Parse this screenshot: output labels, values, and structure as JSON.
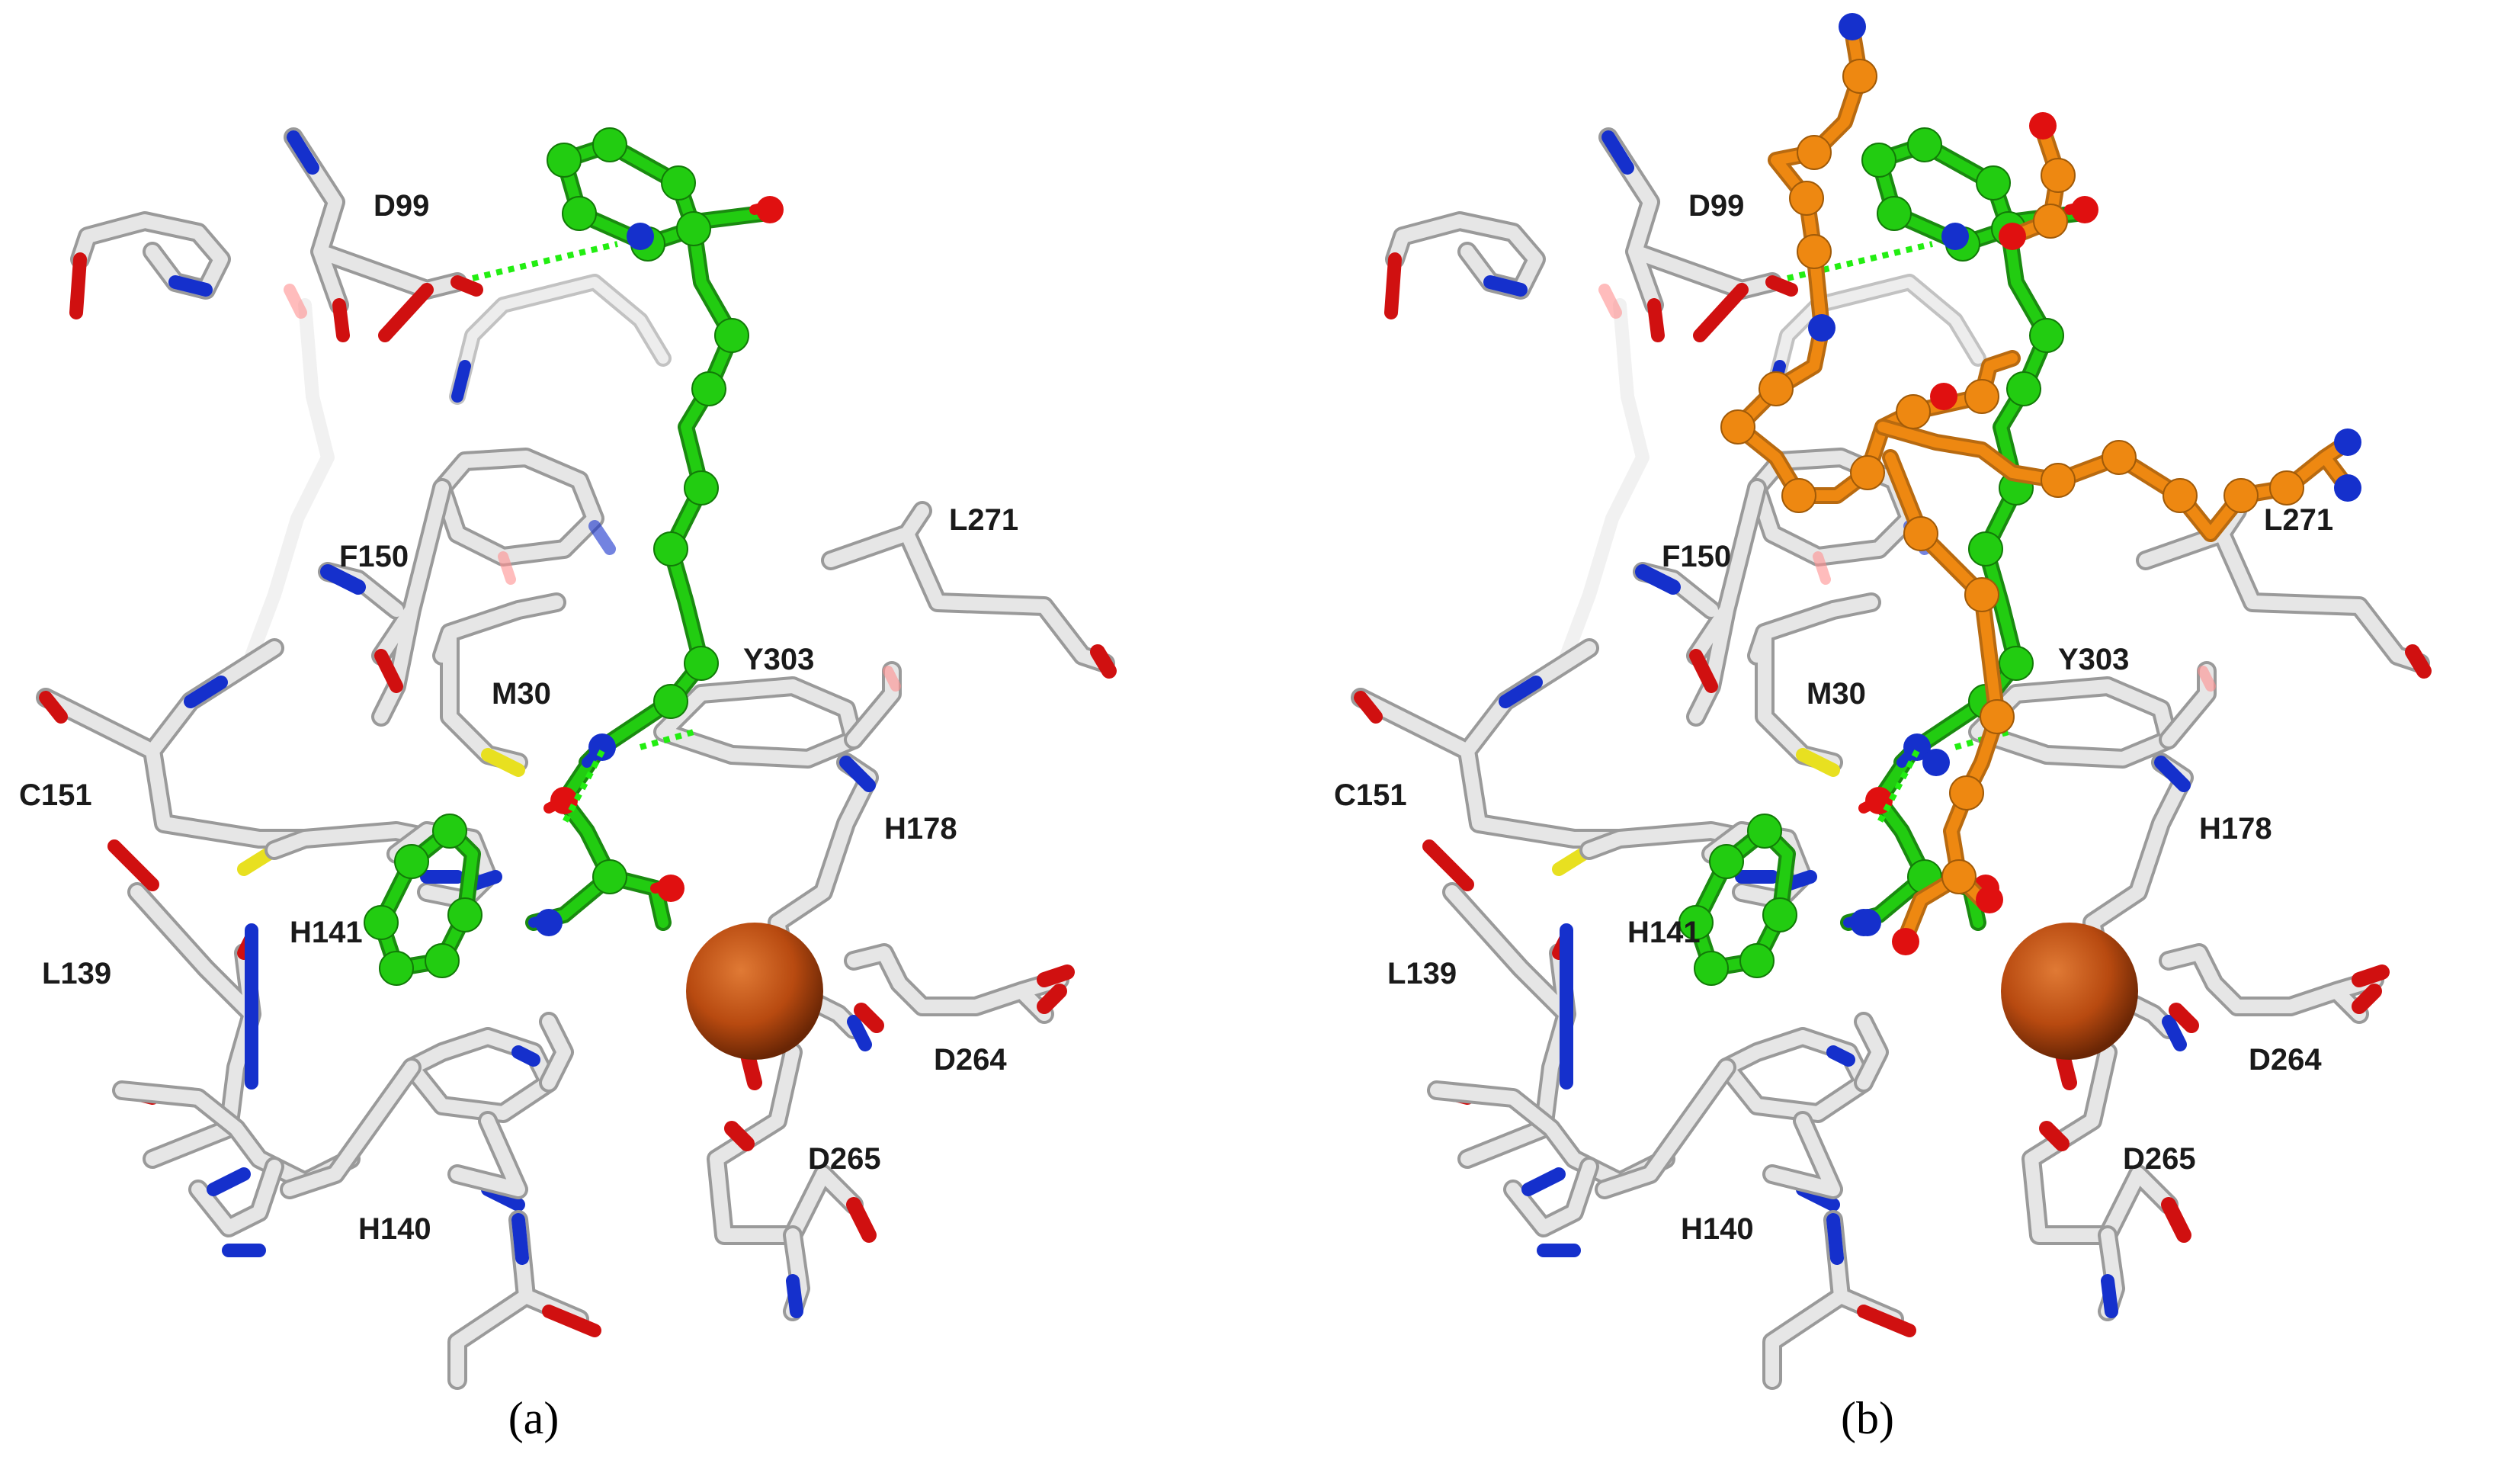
{
  "figure": {
    "panels": [
      {
        "caption": "(a)",
        "residue_labels": [
          "D99",
          "F150",
          "L271",
          "M30",
          "Y303",
          "C151",
          "H178",
          "H141",
          "L139",
          "D264",
          "D265",
          "H140"
        ]
      },
      {
        "caption": "(b)",
        "residue_labels": [
          "D99",
          "F150",
          "L271",
          "M30",
          "Y303",
          "C151",
          "H178",
          "H141",
          "L139",
          "D264",
          "D265",
          "H140"
        ]
      }
    ],
    "colors": {
      "carbon_protein": "#dcdcdc",
      "carbon_ligand_a": "#22cc11",
      "carbon_ligand_b": "#ee8811",
      "nitrogen": "#1530cc",
      "oxygen": "#e01010",
      "sulfur": "#e8e020",
      "metal_ion": "#b84a10",
      "hbond": "#22ee11"
    }
  }
}
